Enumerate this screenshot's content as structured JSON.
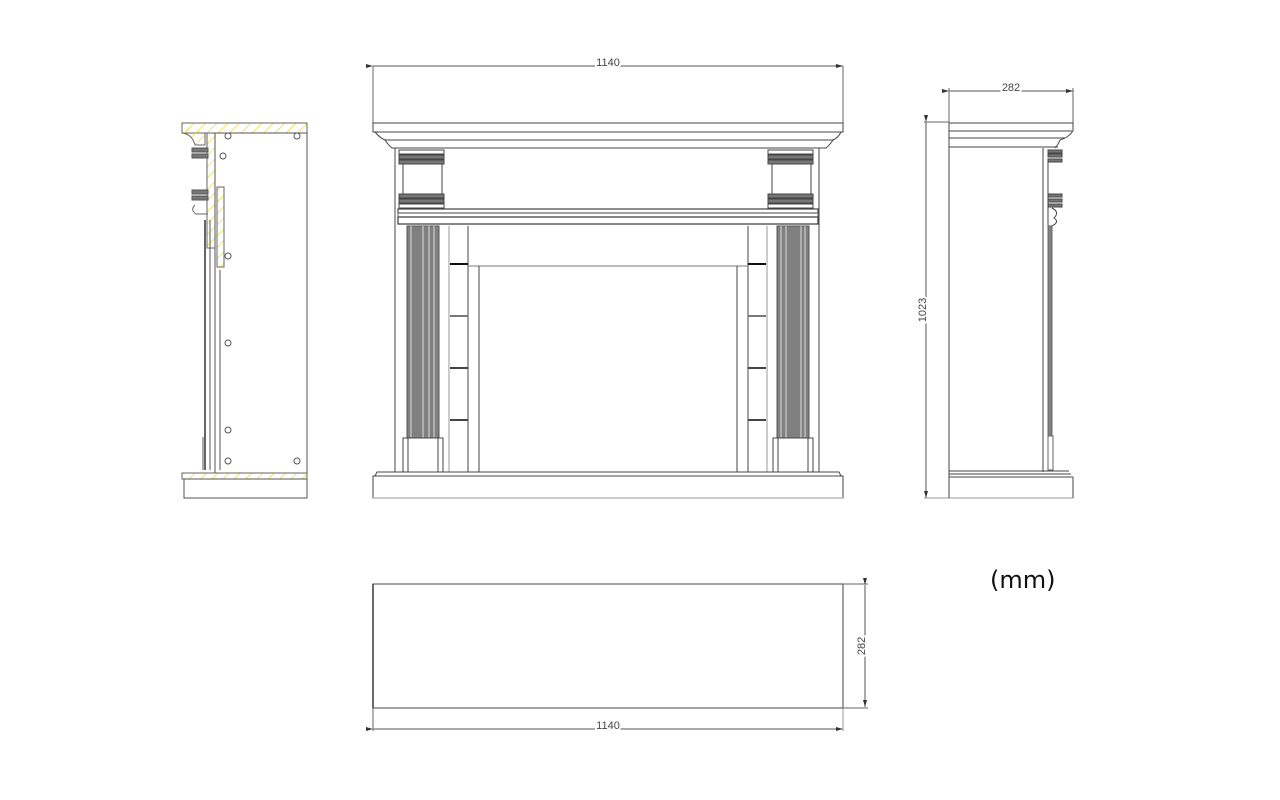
{
  "drawing": {
    "subject": "Fireplace mantel surround",
    "units_label": "(mm)",
    "views": [
      {
        "name": "side-section-view"
      },
      {
        "name": "front-elevation-view"
      },
      {
        "name": "side-elevation-view"
      },
      {
        "name": "top-plan-view"
      }
    ],
    "dimensions": {
      "front_width": "1140",
      "side_depth": "282",
      "side_height": "1023",
      "plan_depth": "282",
      "plan_width": "1140"
    },
    "colors": {
      "line": "#333333",
      "hatch": "#e8e030",
      "flute_fill": "#808080"
    }
  }
}
